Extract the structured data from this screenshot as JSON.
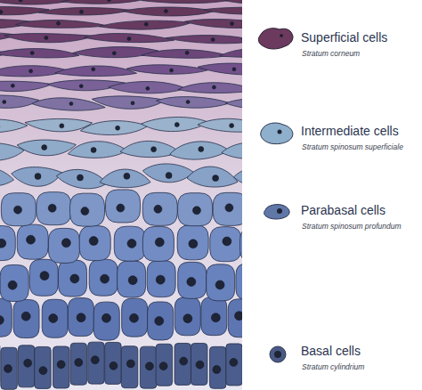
{
  "diagram": {
    "labels": [
      "Superficial cells",
      "Stratum corneum",
      "Intermediate cells",
      "Stratum spinosum superficiale",
      "Parabasal cells",
      "Stratum spinosum profundum",
      "Basal cells",
      "Stratum cylindrium"
    ]
  }
}
